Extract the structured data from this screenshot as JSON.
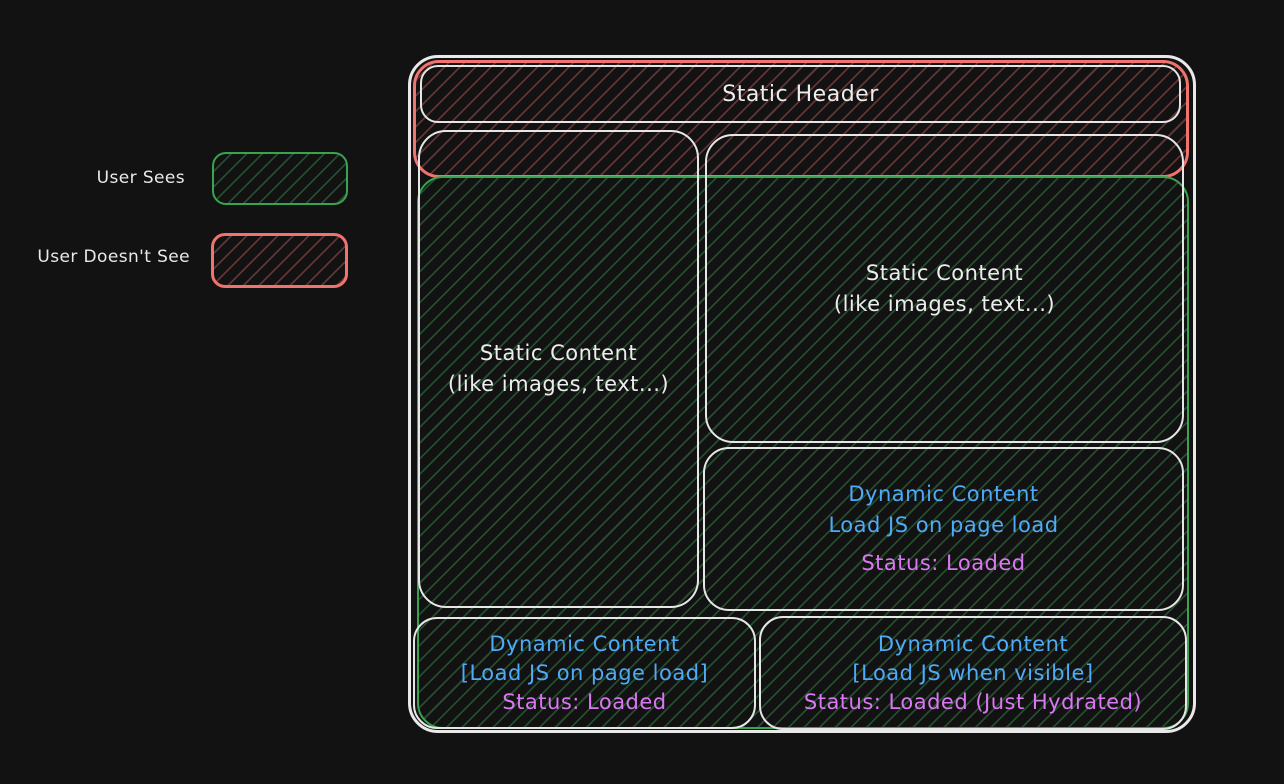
{
  "colors": {
    "background": "#121212",
    "stroke_white": "#e6e6e6",
    "stroke_red": "#f0736f",
    "stroke_green": "#3aa34f",
    "text_blue": "#4dabf7",
    "text_violet": "#da77f2",
    "text_white": "#ededed"
  },
  "legend": {
    "sees_label": "User Sees",
    "doesnt_see_label": "User Doesn't See"
  },
  "diagram": {
    "header": {
      "title": "Static Header"
    },
    "left_column": {
      "line1": "Static Content",
      "line2": "(like images, text...)"
    },
    "right_top": {
      "line1": "Static Content",
      "line2": "(like images, text...)"
    },
    "right_middle": {
      "line1": "Dynamic Content",
      "line2": "Load JS on page load",
      "status": "Status: Loaded"
    },
    "bottom_left": {
      "line1": "Dynamic Content",
      "line2": "[Load JS on page load]",
      "status": "Status: Loaded"
    },
    "bottom_right": {
      "line1": "Dynamic Content",
      "line2": "[Load JS when visible]",
      "status": "Status: Loaded (Just Hydrated)"
    }
  }
}
